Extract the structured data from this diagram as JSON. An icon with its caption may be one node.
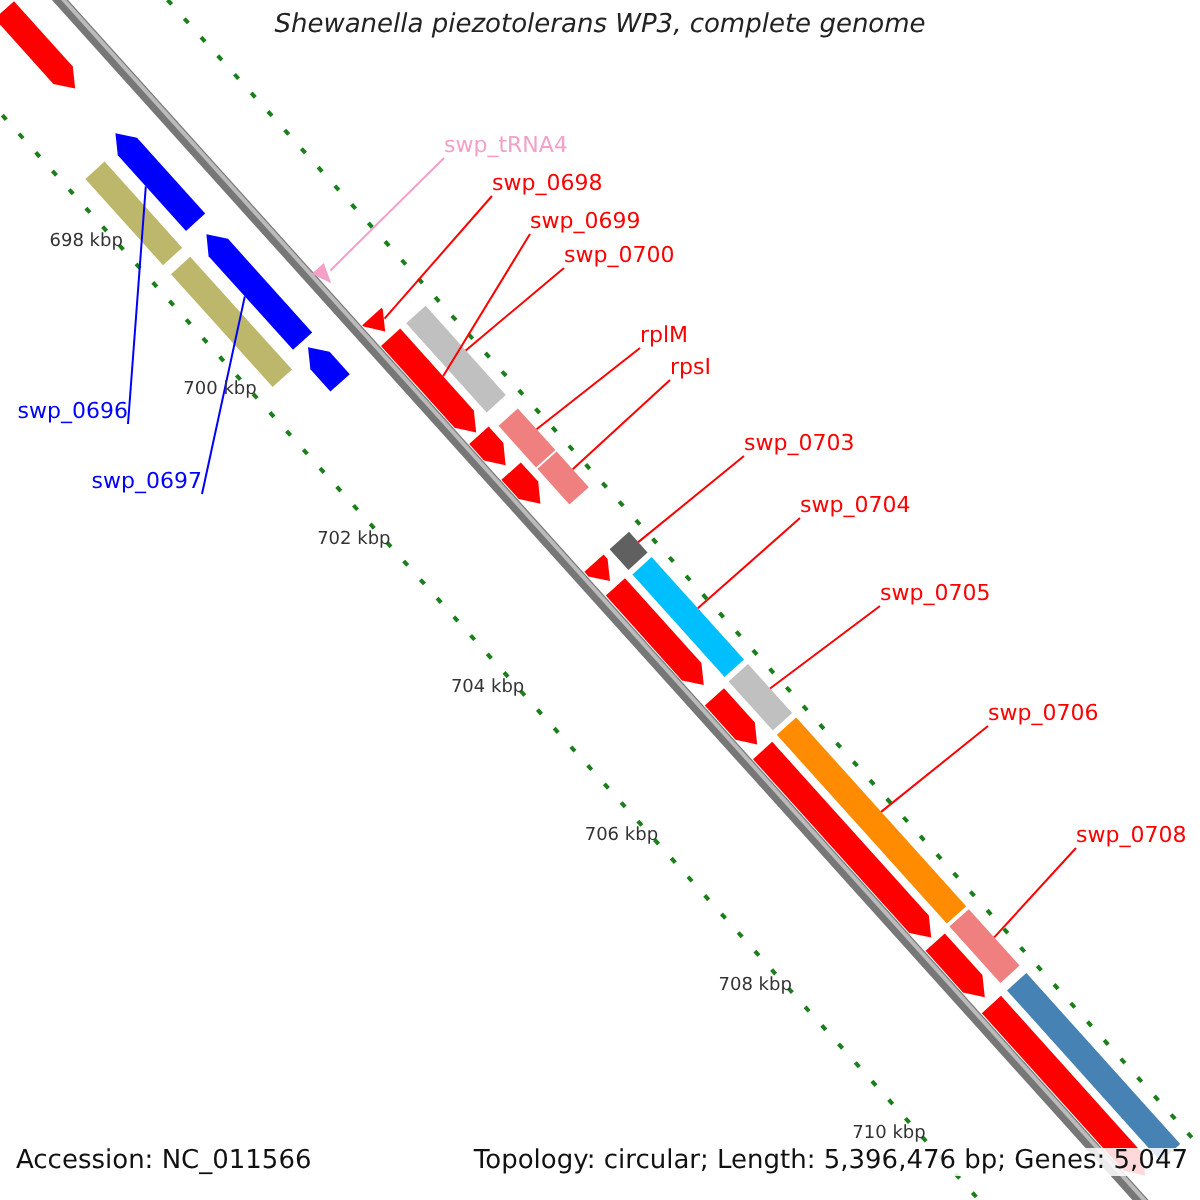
{
  "diagram": {
    "title": "Shewanella piezotolerans WP3, complete genome",
    "nodes": [
      {
        "text": [
          "swp_tRNA4"
        ]
      },
      {
        "text": [
          "swp_0698"
        ]
      },
      {
        "text": [
          "swp_0699"
        ]
      },
      {
        "text": [
          "swp_0700"
        ]
      },
      {
        "text": [
          "rplM"
        ]
      },
      {
        "text": [
          "rpsI"
        ]
      },
      {
        "text": [
          "swp_0696"
        ]
      },
      {
        "text": [
          "swp_0697"
        ]
      },
      {
        "text": [
          "swp_0703"
        ]
      },
      {
        "text": [
          "swp_0704"
        ]
      },
      {
        "text": [
          "swp_0705"
        ]
      },
      {
        "text": [
          "swp_0706"
        ]
      },
      {
        "text": [
          "swp_0708"
        ]
      },
      {
        "text": [],
        "shape": "arrow"
      },
      {
        "text": [],
        "shape": "arrow"
      },
      {
        "text": [],
        "shape": "bar"
      },
      {
        "text": [],
        "shape": "arrow"
      },
      {
        "text": [],
        "shape": "bar"
      },
      {
        "text": [],
        "shape": "triangle"
      },
      {
        "text": [],
        "shape": "arrow"
      },
      {
        "text": [],
        "shape": "arrow"
      },
      {
        "text": [],
        "shape": "arrow"
      },
      {
        "text": [],
        "shape": "bar"
      },
      {
        "text": [],
        "shape": "arrow"
      },
      {
        "text": [],
        "shape": "bar"
      },
      {
        "text": [],
        "shape": "bar"
      },
      {
        "text": [],
        "shape": "arrow"
      },
      {
        "text": [],
        "shape": "bar"
      },
      {
        "text": [],
        "shape": "arrow"
      },
      {
        "text": [],
        "shape": "bar"
      },
      {
        "text": [],
        "shape": "arrow"
      },
      {
        "text": [],
        "shape": "bar"
      },
      {
        "text": [],
        "shape": "arrow"
      },
      {
        "text": [],
        "shape": "bar"
      },
      {
        "text": [],
        "shape": "arrow"
      },
      {
        "text": [],
        "shape": "bar"
      },
      {
        "text": [],
        "shape": "arrow"
      },
      {
        "text": [],
        "shape": "bar"
      },
      {
        "text": [],
        "shape": "arrow"
      }
    ],
    "edges": [
      {
        "from": 0,
        "to": 18,
        "arrow": "none",
        "color": "#f4a0c8"
      },
      {
        "from": 1,
        "to": 20,
        "arrow": "none"
      },
      {
        "from": 2,
        "to": 21,
        "arrow": "none"
      },
      {
        "from": 3,
        "to": 22,
        "arrow": "none"
      },
      {
        "from": 4,
        "to": 24,
        "arrow": "none"
      },
      {
        "from": 5,
        "to": 25,
        "arrow": "none"
      },
      {
        "from": 6,
        "to": 14,
        "arrow": "none",
        "color": "#0000ff"
      },
      {
        "from": 7,
        "to": 16,
        "arrow": "none",
        "color": "#0000ff"
      },
      {
        "from": 8,
        "to": 27,
        "arrow": "none"
      },
      {
        "from": 9,
        "to": 29,
        "arrow": "none"
      },
      {
        "from": 10,
        "to": 31,
        "arrow": "none"
      },
      {
        "from": 11,
        "to": 33,
        "arrow": "none"
      },
      {
        "from": 12,
        "to": 35,
        "arrow": "none"
      }
    ],
    "labels": [
      "698 kbp",
      "700 kbp",
      "702 kbp",
      "704 kbp",
      "706 kbp",
      "708 kbp",
      "710 kbp",
      "Accession: NC_011566",
      "Topology: circular; Length: 5,396,476 bp; Genes: 5,047"
    ]
  }
}
